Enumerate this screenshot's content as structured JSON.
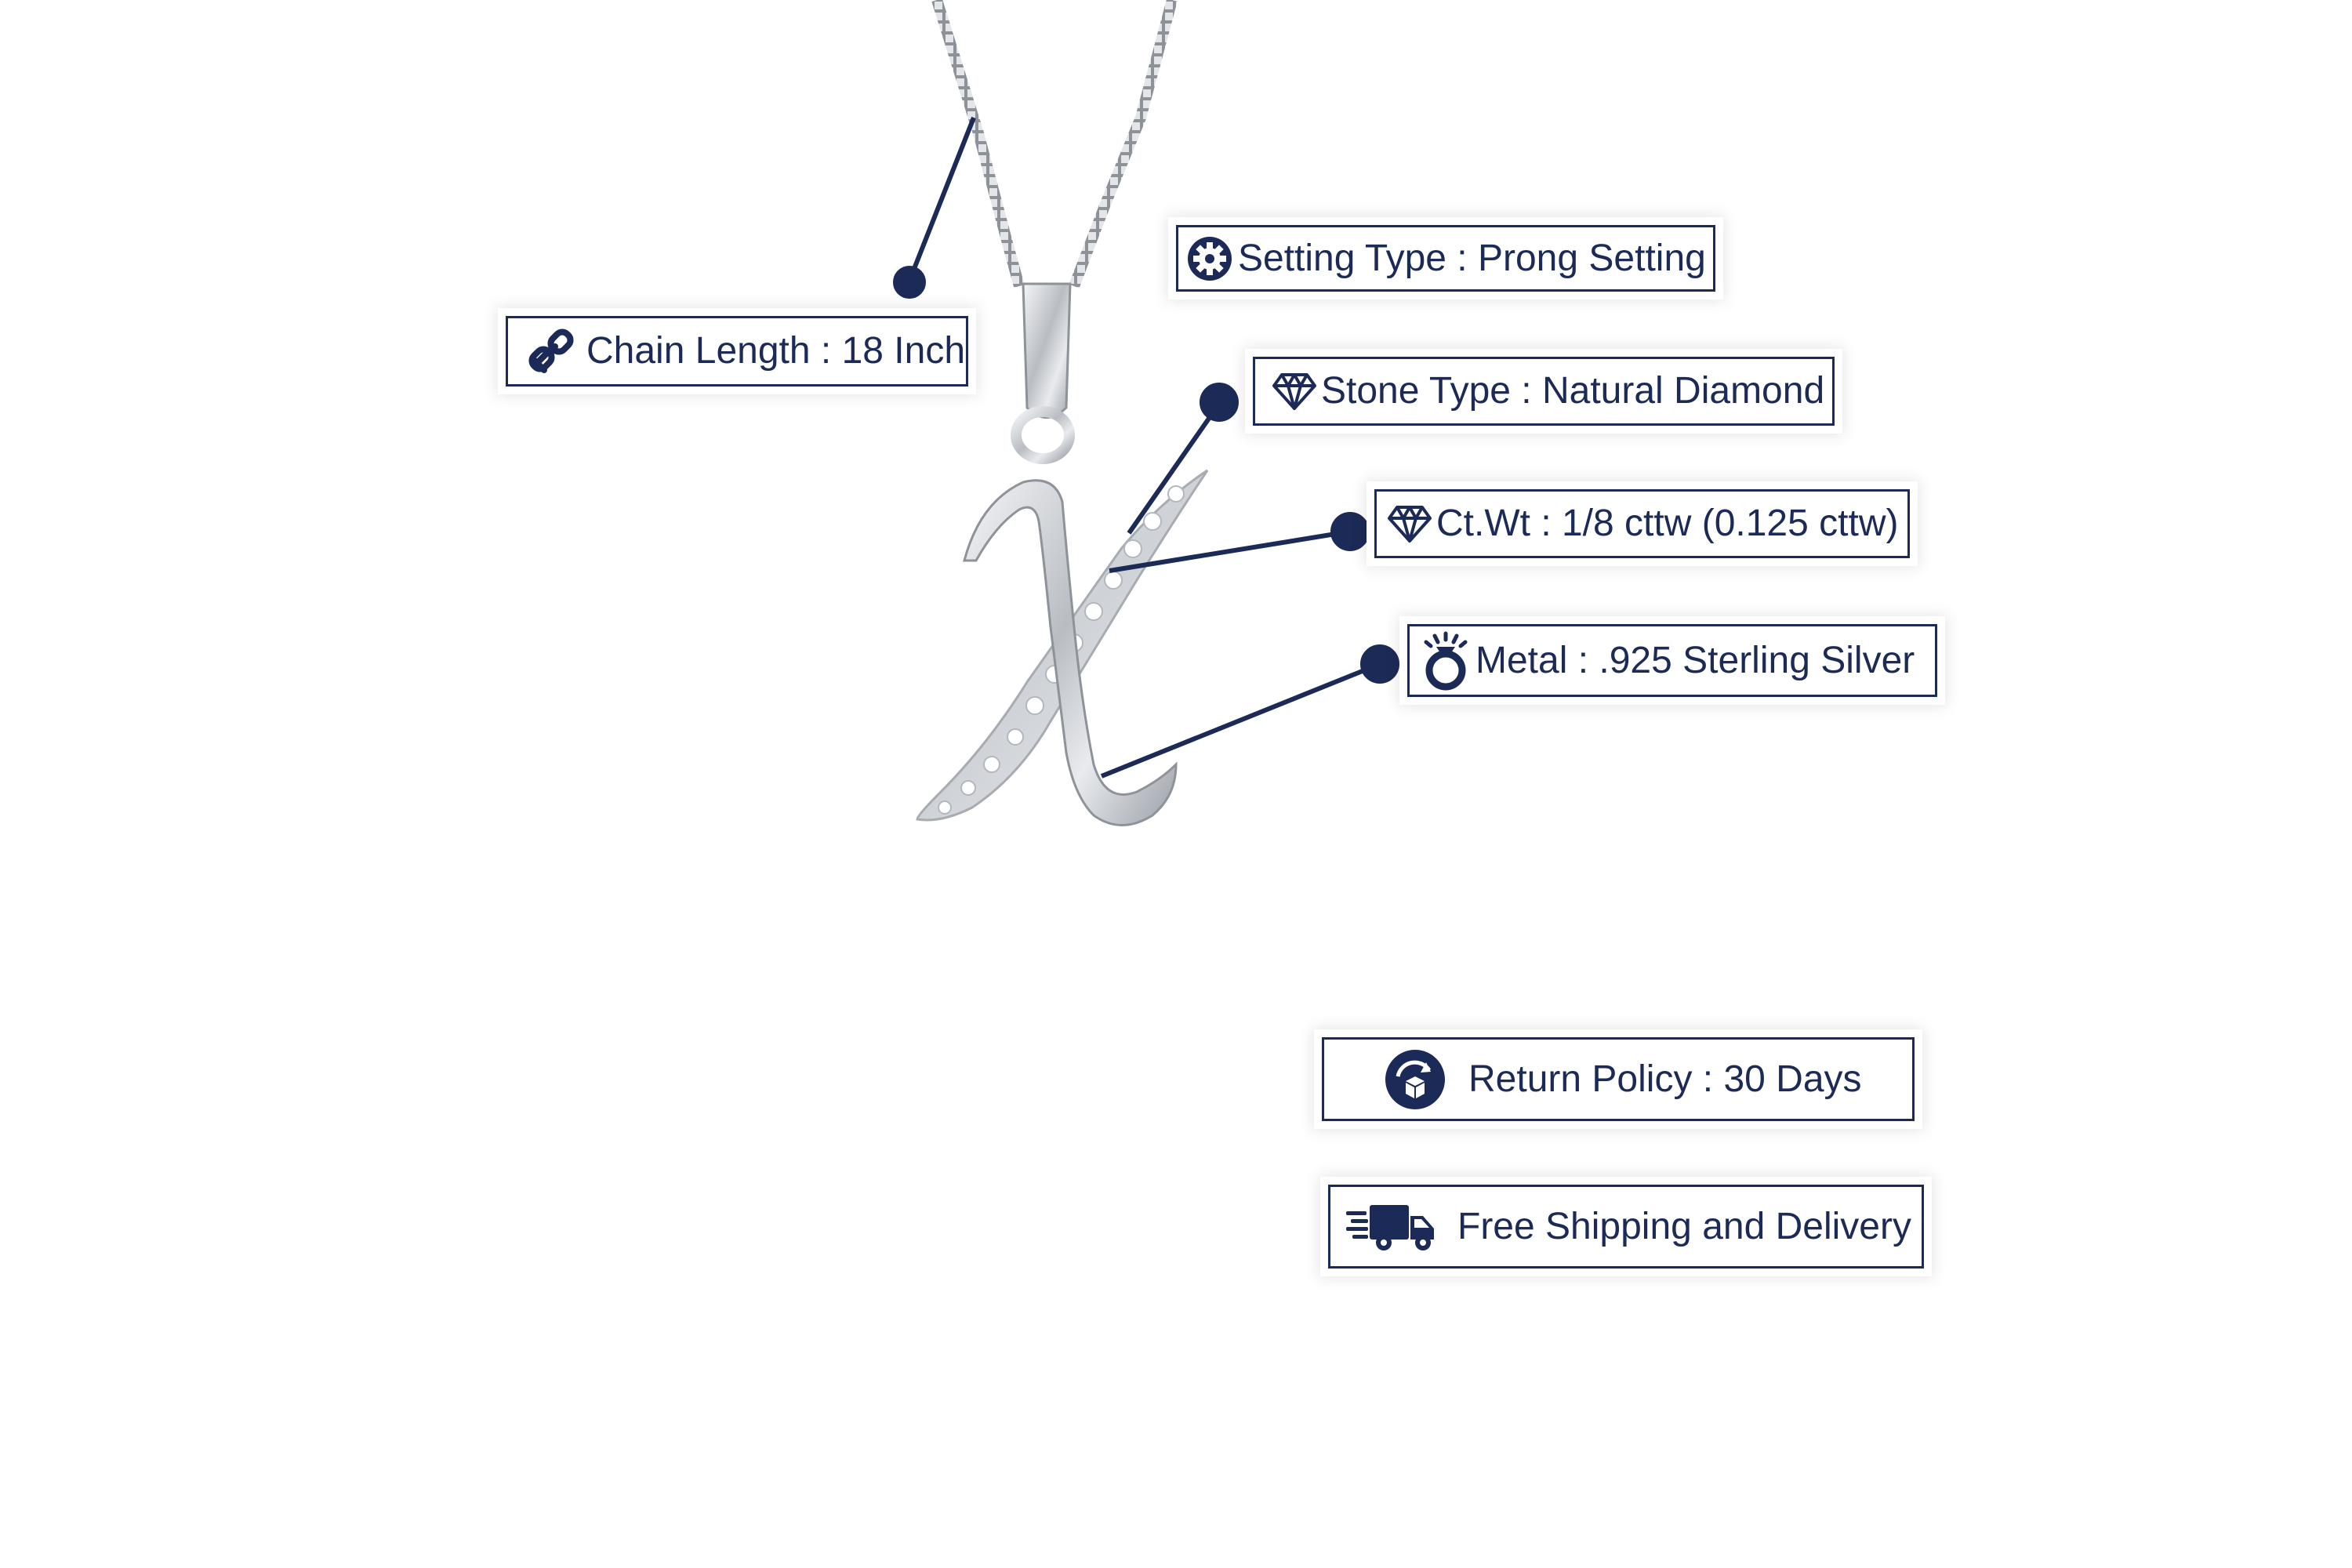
{
  "colors": {
    "accent": "#1c2a57",
    "background": "#ffffff",
    "metal": "#c9ccd1"
  },
  "product": {
    "name": "X initial pendant necklace",
    "image": "pendant-photo"
  },
  "features": {
    "chain_length": {
      "icon": "chain-link-icon",
      "text": "Chain Length : 18 Inch"
    },
    "setting_type": {
      "icon": "gear-icon",
      "text": "Setting Type : Prong Setting"
    },
    "stone_type": {
      "icon": "diamond-icon",
      "text": "Stone Type : Natural Diamond"
    },
    "carat_weight": {
      "icon": "diamond-icon",
      "text": "Ct.Wt : 1/8 cttw (0.125 cttw)"
    },
    "metal": {
      "icon": "ring-icon",
      "text": "Metal : .925 Sterling Silver"
    }
  },
  "policies": {
    "return_policy": {
      "icon": "return-box-icon",
      "text": "Return Policy : 30 Days"
    },
    "shipping": {
      "icon": "delivery-truck-icon",
      "text": "Free Shipping and Delivery"
    }
  }
}
